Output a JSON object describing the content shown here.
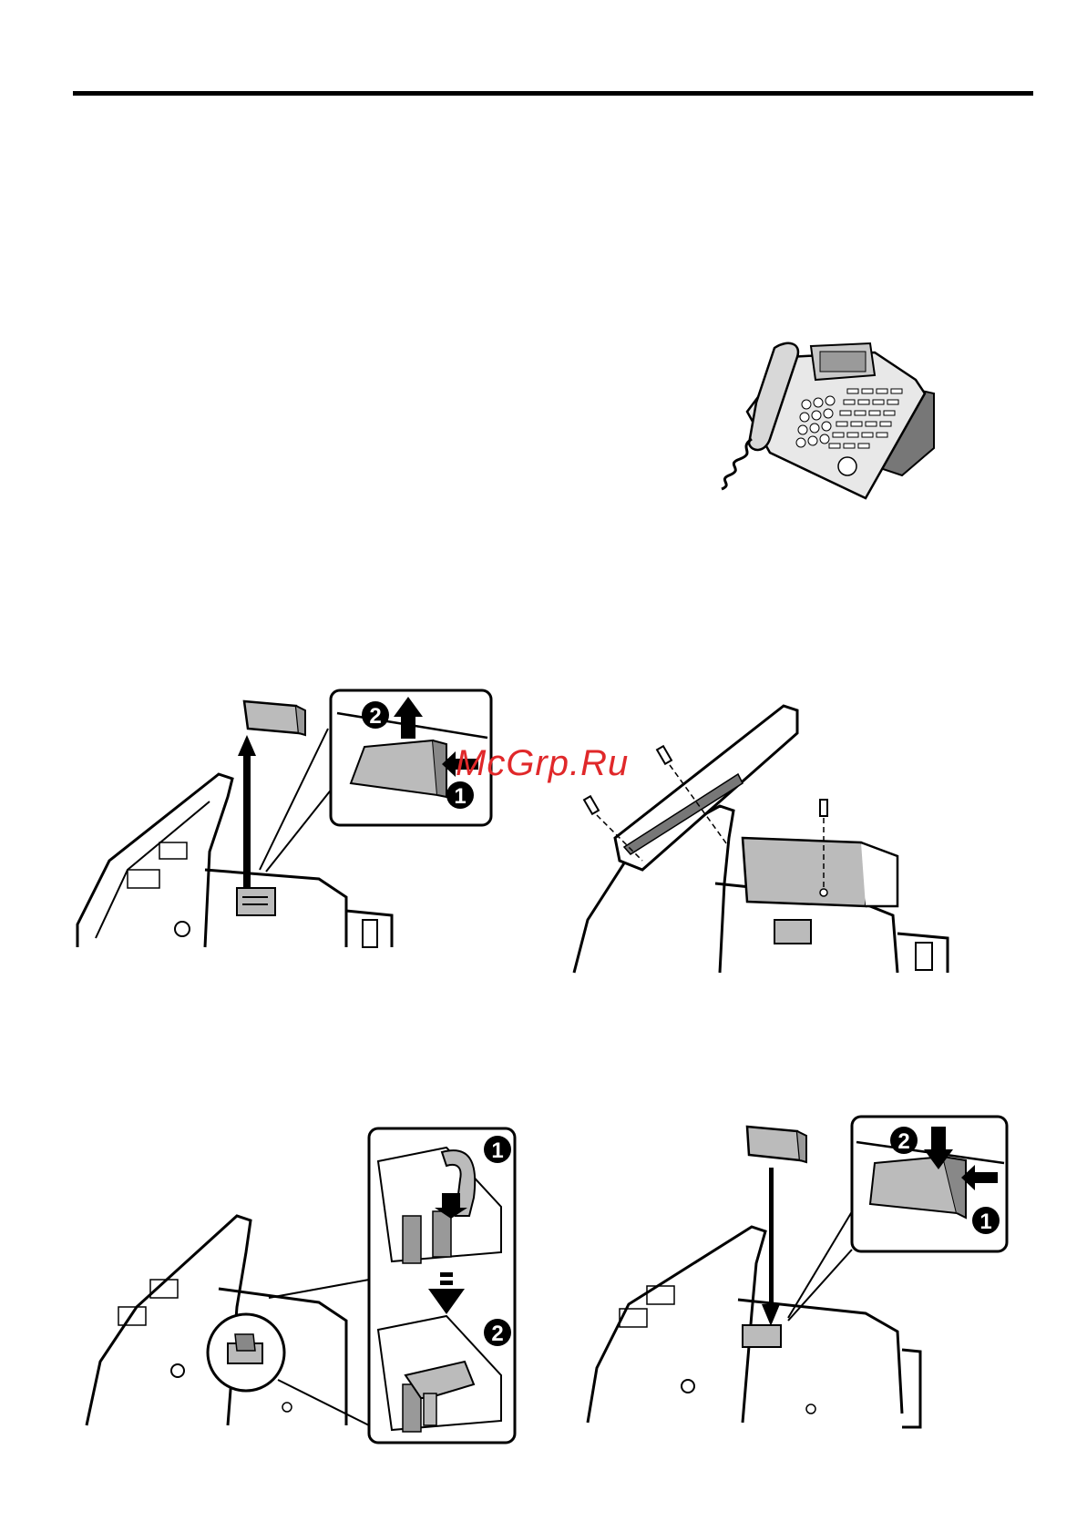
{
  "watermark": {
    "text": "McGrp.Ru",
    "color": "#e0282a"
  },
  "steps": {
    "fig1": {
      "badge_1": "1",
      "badge_2": "2"
    },
    "fig3": {
      "badge_1": "1",
      "badge_2": "2"
    },
    "fig4": {
      "badge_1": "1",
      "badge_2": "2"
    }
  }
}
